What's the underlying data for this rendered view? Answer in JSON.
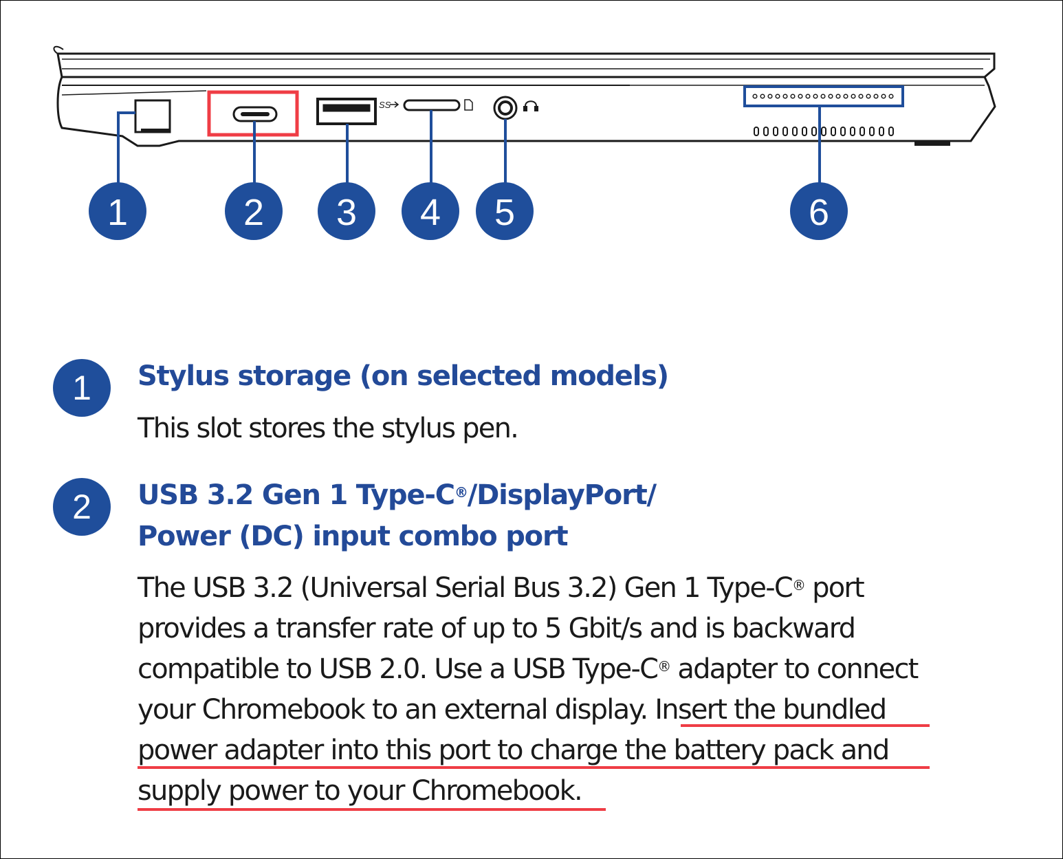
{
  "callouts": [
    "1",
    "2",
    "3",
    "4",
    "5",
    "6"
  ],
  "port_icons": {
    "superspeed": "SS",
    "sd_card": "sd-card-icon",
    "headset": "headset-icon"
  },
  "colors": {
    "callout_blue": "#1f4e9b",
    "heading_blue": "#234a98",
    "highlight_red": "#ef3d45",
    "outline": "#1a1a1a"
  },
  "sections": [
    {
      "number": "1",
      "title": "Stylus storage (on selected models)",
      "description": "This slot stores the stylus pen."
    },
    {
      "number": "2",
      "title_line1": "USB 3.2 Gen 1 Type-C",
      "title_line1_reg": "®",
      "title_line1_end": "/DisplayPort/",
      "title_line2": "Power (DC) input combo port",
      "body": {
        "l1a": "The USB 3.2 (Universal Serial Bus 3.2) Gen 1 Type-C",
        "l1reg": "®",
        "l1b": " port",
        "l2": "provides a transfer rate of up to 5 Gbit/s and is backward",
        "l3a": "compatible to USB 2.0. Use a USB Type-C",
        "l3reg": "®",
        "l3b": " adapter to connect",
        "l4a": "your Chromebook to an external display. ",
        "l4b": "Insert the bundled",
        "l5": "power adapter into this port to charge the battery pack and",
        "l6a": "supply power to your Chromebook",
        "l6b": "."
      }
    }
  ]
}
